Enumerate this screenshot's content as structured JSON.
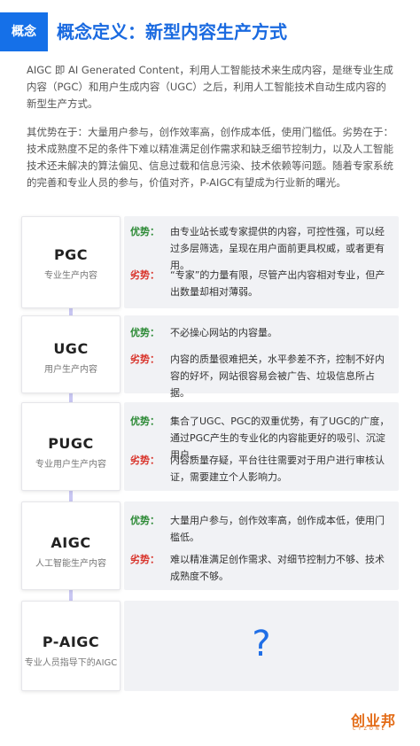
{
  "header": {
    "tag": "概念",
    "title": "概念定义：新型内容生产方式"
  },
  "paragraphs": {
    "p1": "AIGC 即 AI Generated Content，利用人工智能技术来生成内容，是继专业生成内容（PGC）和用户生成内容（UGC）之后，利用人工智能技术自动生成内容的新型生产方式。",
    "p2": "其优势在于：大量用户参与，创作效率高，创作成本低，使用门槛低。劣势在于：技术成熟度不足的条件下难以精准满足创作需求和缺乏细节控制力，以及人工智能技术还未解决的算法偏见、信息过载和信息污染、技术依赖等问题。随着专家系统的完善和专业人员的参与，价值对齐，P-AIGC有望成为行业新的曙光。"
  },
  "rows": [
    {
      "title": "PGC",
      "subtitle": "专业生产内容",
      "adv_label": "优势：",
      "adv_text": "由专业站长或专家提供的内容，可控性强，可以经过多层筛选，呈现在用户面前更具权威，或者更有用。",
      "dis_label": "劣势：",
      "dis_text": "“专家”的力量有限，尽管产出内容相对专业，但产出数量却相对薄弱。"
    },
    {
      "title": "UGC",
      "subtitle": "用户生产内容",
      "adv_label": "优势：",
      "adv_text": "不必操心网站的内容量。",
      "dis_label": "劣势：",
      "dis_text": "内容的质量很难把关，水平参差不齐，控制不好内容的好坏，网站很容易会被广告、垃圾信息所占据。"
    },
    {
      "title": "PUGC",
      "subtitle": "专业用户生产内容",
      "adv_label": "优势：",
      "adv_text": "集合了UGC、PGC的双重优势，有了UGC的广度，通过PGC产生的专业化的内容能更好的吸引、沉淀用户。",
      "dis_label": "劣势：",
      "dis_text": "内容质量存疑，平台往往需要对于用户进行审核认证，需要建立个人影响力。"
    },
    {
      "title": "AIGC",
      "subtitle": "人工智能生产内容",
      "adv_label": "优势：",
      "adv_text": "大量用户参与，创作效率高，创作成本低，使用门槛低。",
      "dis_label": "劣势：",
      "dis_text": "难以精准满足创作需求、对细节控制力不够、技术成熟度不够。"
    },
    {
      "title": "P-AIGC",
      "subtitle": "专业人员指导下的AIGC",
      "unknown_mark": "?"
    }
  ],
  "logo": {
    "name": "创业邦",
    "sub": "CYZONE"
  },
  "colors": {
    "brand_blue": "#1a6ae0",
    "advantage_green": "#2d8a36",
    "disadvantage_red": "#d9342b",
    "arrow_purple": "#c9c7f3",
    "logo_orange": "#e36b16"
  }
}
